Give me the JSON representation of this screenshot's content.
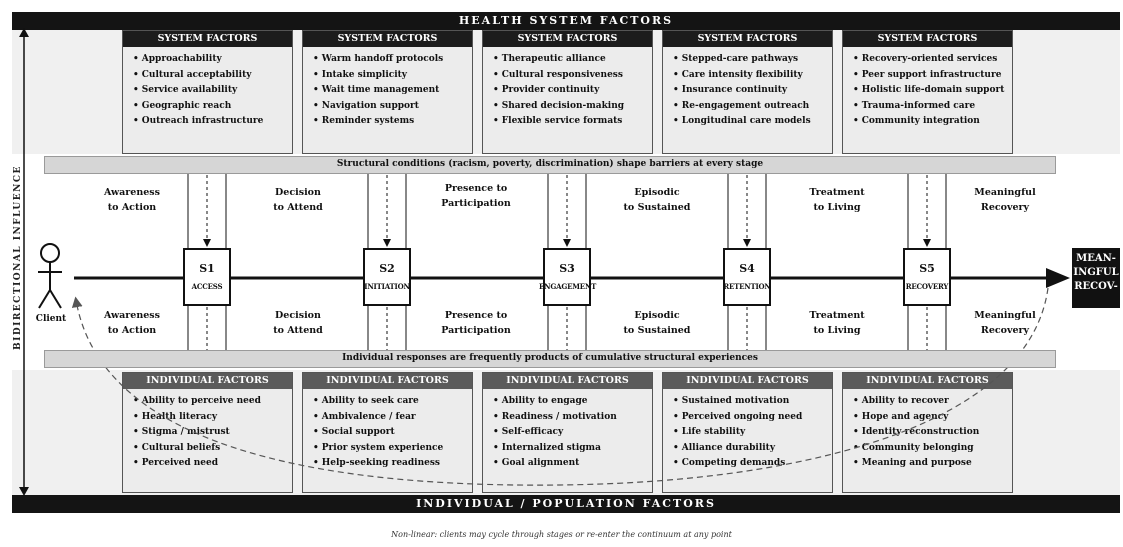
{
  "header": {
    "top_band": "HEALTH SYSTEM FACTORS",
    "bottom_band": "INDIVIDUAL / POPULATION FACTORS"
  },
  "side_label": "BIDIRECTIONAL INFLUENCE",
  "system_boxes": [
    {
      "title": "SYSTEM FACTORS",
      "items": [
        "Approachability",
        "Cultural acceptability",
        "Service availability",
        "Geographic reach",
        "Outreach infrastructure"
      ]
    },
    {
      "title": "SYSTEM FACTORS",
      "items": [
        "Warm handoff protocols",
        "Intake simplicity",
        "Wait time management",
        "Navigation support",
        "Reminder systems"
      ]
    },
    {
      "title": "SYSTEM FACTORS",
      "items": [
        "Therapeutic alliance",
        "Cultural responsiveness",
        "Provider continuity",
        "Shared decision-making",
        "Flexible service formats"
      ]
    },
    {
      "title": "SYSTEM FACTORS",
      "items": [
        "Stepped-care pathways",
        "Care intensity flexibility",
        "Insurance continuity",
        "Re-engagement outreach",
        "Longitudinal care models"
      ]
    },
    {
      "title": "SYSTEM FACTORS",
      "items": [
        "Recovery-oriented services",
        "Peer support infrastructure",
        "Holistic life-domain support",
        "Trauma-informed care",
        "Community integration"
      ]
    }
  ],
  "individual_boxes": [
    {
      "title": "INDIVIDUAL FACTORS",
      "items": [
        "Ability to perceive need",
        "Health literacy",
        "Stigma / mistrust",
        "Cultural beliefs",
        "Perceived need"
      ]
    },
    {
      "title": "INDIVIDUAL FACTORS",
      "items": [
        "Ability to seek care",
        "Ambivalence / fear",
        "Social support",
        "Prior system experience",
        "Help-seeking readiness"
      ]
    },
    {
      "title": "INDIVIDUAL FACTORS",
      "items": [
        "Ability to engage",
        "Readiness / motivation",
        "Self-efficacy",
        "Internalized stigma",
        "Goal alignment"
      ]
    },
    {
      "title": "INDIVIDUAL FACTORS",
      "items": [
        "Sustained motivation",
        "Perceived ongoing need",
        "Life stability",
        "Alliance durability",
        "Competing demands"
      ]
    },
    {
      "title": "INDIVIDUAL FACTORS",
      "items": [
        "Ability to recover",
        "Hope and agency",
        "Identity reconstruction",
        "Community belonging",
        "Meaning and purpose"
      ]
    }
  ],
  "strips": {
    "top": "Structural conditions (racism, poverty, discrimination) shape barriers at every stage",
    "bottom": "Individual responses are frequently products of cumulative structural experiences"
  },
  "transitions": [
    "Awareness\nto Action",
    "Decision\nto Attend",
    "Presence to\nParticipation",
    "Episodic\nto Sustained",
    "Treatment\nto Living",
    "Meaningful\nRecovery"
  ],
  "stages": [
    {
      "id": "S1",
      "name": "ACCESS"
    },
    {
      "id": "S2",
      "name": "INITIATION"
    },
    {
      "id": "S3",
      "name": "ENGAGEMENT"
    },
    {
      "id": "S4",
      "name": "RETENTION"
    },
    {
      "id": "S5",
      "name": "RECOVERY"
    }
  ],
  "client_label": "Client",
  "end_label": "MEAN-\nINGFUL\nRECOV-",
  "footer": "Non-linear: clients may cycle through stages or re-enter the continuum at any point"
}
